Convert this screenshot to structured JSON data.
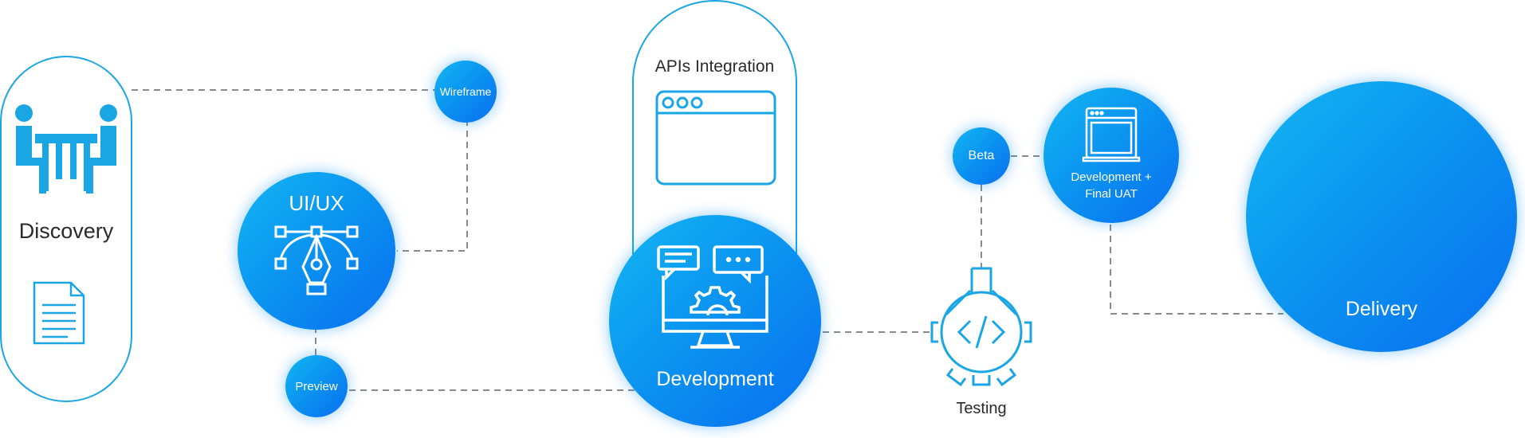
{
  "stages": {
    "discovery": "Discovery",
    "wireframe": "Wireframe",
    "uiux": "UI/UX",
    "preview": "Preview",
    "apis": "APIs Integration",
    "development": "Development",
    "testing": "Testing",
    "beta": "Beta",
    "dev_final_line1": "Development +",
    "dev_final_line2": "Final UAT",
    "delivery": "Delivery"
  },
  "colors": {
    "accent": "#1aa6e4",
    "circle_light": "#12b6f2",
    "circle_dark": "#0a6ff0",
    "connector": "#8a8a8a"
  },
  "icons": [
    "meeting-icon",
    "document-icon",
    "pen-tool-icon",
    "browser-window-icon",
    "computer-settings-icon",
    "flask-gear-icon",
    "laptop-icon"
  ]
}
